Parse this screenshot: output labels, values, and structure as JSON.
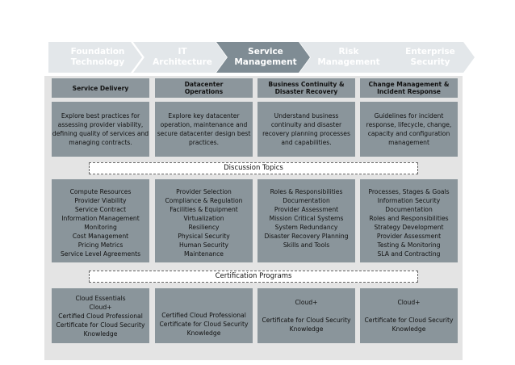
{
  "nav": {
    "steps": [
      {
        "lines": [
          "Foundation",
          "Technology"
        ],
        "active": false
      },
      {
        "lines": [
          "IT",
          "Architecture"
        ],
        "active": false
      },
      {
        "lines": [
          "Service",
          "Management"
        ],
        "active": true
      },
      {
        "lines": [
          "Risk",
          "Management"
        ],
        "active": false
      },
      {
        "lines": [
          "Enterprise",
          "Security"
        ],
        "active": false
      }
    ]
  },
  "columns": [
    {
      "header": [
        "Service Delivery"
      ],
      "description": [
        "Explore best practices for",
        "assessing provider viability,",
        "defining quality of services and",
        "managing contracts."
      ],
      "topics": [
        "Compute Resources",
        "Provider Viability",
        "Service Contract",
        "Information Management",
        "Monitoring",
        "Cost Management",
        "Pricing Metrics",
        "Service Level Agreements"
      ],
      "certifications": [
        "Cloud Essentials",
        "Cloud+",
        "Certified Cloud Professional",
        "Certificate for Cloud Security",
        "Knowledge"
      ]
    },
    {
      "header": [
        "Datacenter",
        "Operations"
      ],
      "description": [
        "Explore key datacenter",
        "operation, maintenance and",
        "secure datacenter design best",
        "practices."
      ],
      "topics": [
        "Provider Selection",
        "Compliance & Regulation",
        "Facilities & Equipment",
        "Virtualization",
        "Resiliency",
        "Physical Security",
        "Human Security",
        "Maintenance"
      ],
      "certifications": [
        "Certified Cloud Professional",
        "Certificate for Cloud Security",
        "Knowledge"
      ]
    },
    {
      "header": [
        "Business Continuity &",
        "Disaster Recovery"
      ],
      "description": [
        "Understand business",
        "continuity and disaster",
        "recovery planning processes",
        "and capabilities."
      ],
      "topics": [
        "Roles & Responsibilities",
        "Documentation",
        "Provider Assessment",
        "Mission Critical Systems",
        "System Redundancy",
        "Disaster Recovery Planning",
        "Skills and Tools"
      ],
      "certifications": [
        "Cloud+",
        "",
        "Certificate for Cloud Security",
        "Knowledge"
      ]
    },
    {
      "header": [
        "Change Management &",
        "Incident Response"
      ],
      "description": [
        "Guidelines for incident",
        "response, lifecycle, change,",
        "capacity and configuration",
        "management"
      ],
      "topics": [
        "Processes, Stages & Goals",
        "Information Security",
        "Documentation",
        "Roles and Responsibilities",
        "Strategy Development",
        "Provider Assessment",
        "Testing & Monitoring",
        "SLA and Contracting"
      ],
      "certifications": [
        "Cloud+",
        "",
        "Certificate for Cloud Security",
        "Knowledge"
      ]
    }
  ],
  "discussion_label": "Discussion Topics",
  "certification_label": "Certification Programs"
}
